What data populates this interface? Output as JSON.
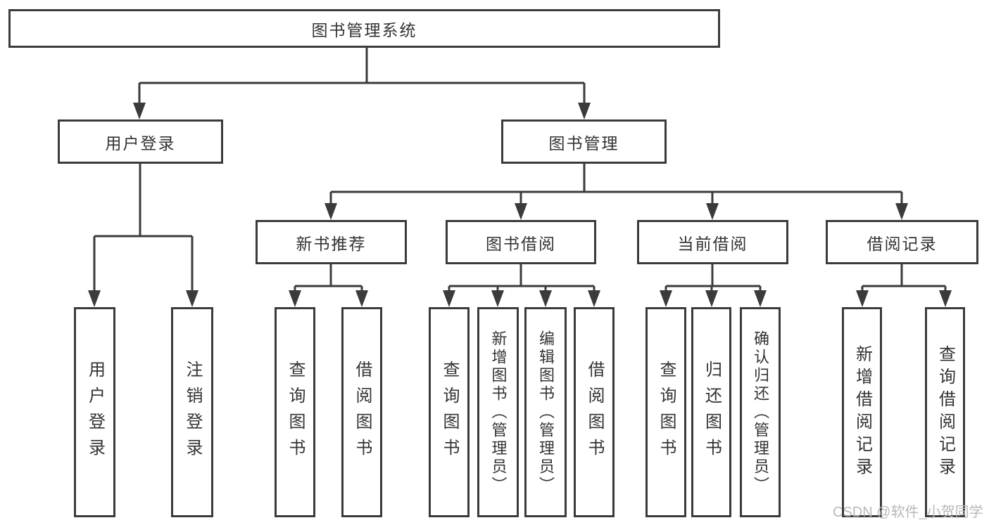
{
  "diagram": {
    "colors": {
      "line": "#3b3b3b",
      "text": "#333333",
      "watermark": "#b8b8b8",
      "background": "#ffffff"
    },
    "root": {
      "label": "图书管理系统"
    },
    "branches": [
      {
        "label": "用户登录",
        "children": [
          {
            "label": "用户登录"
          },
          {
            "label": "注销登录"
          }
        ]
      },
      {
        "label": "图书管理",
        "groups": [
          {
            "label": "新书推荐",
            "children": [
              {
                "label": "查询图书"
              },
              {
                "label": "借阅图书"
              }
            ]
          },
          {
            "label": "图书借阅",
            "children": [
              {
                "label": "查询图书"
              },
              {
                "label": "新增图书（管理员）"
              },
              {
                "label": "编辑图书（管理员）"
              },
              {
                "label": "借阅图书"
              }
            ]
          },
          {
            "label": "当前借阅",
            "children": [
              {
                "label": "查询图书"
              },
              {
                "label": "归还图书"
              },
              {
                "label": "确认归还（管理员）"
              }
            ]
          },
          {
            "label": "借阅记录",
            "children": [
              {
                "label": "新增借阅记录"
              },
              {
                "label": "查询借阅记录"
              }
            ]
          }
        ]
      }
    ],
    "watermark": "CSDN @软件_小贺同学"
  }
}
